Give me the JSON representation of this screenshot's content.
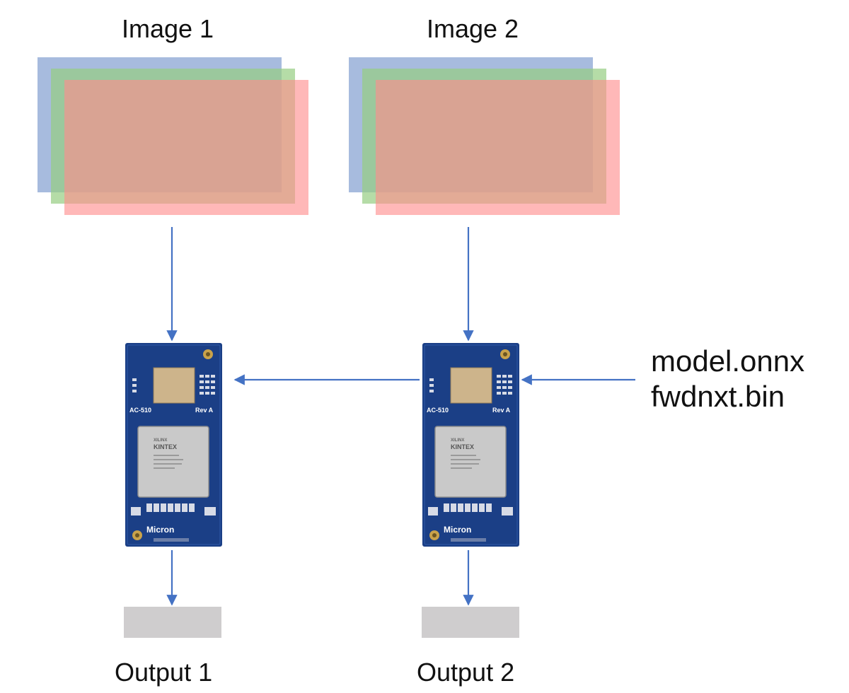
{
  "inputs": [
    {
      "label": "Image 1"
    },
    {
      "label": "Image 2"
    }
  ],
  "cards": [
    {
      "model_text": "AC-510",
      "rev_text": "Rev A",
      "chip_brand": "XILINX",
      "chip_name": "KINTEX",
      "vendor": "Micron"
    },
    {
      "model_text": "AC-510",
      "rev_text": "Rev A",
      "chip_brand": "XILINX",
      "chip_name": "KINTEX",
      "vendor": "Micron"
    }
  ],
  "outputs": [
    {
      "label": "Output 1"
    },
    {
      "label": "Output 2"
    }
  ],
  "files": [
    "model.onnx",
    "fwdnxt.bin"
  ],
  "colors": {
    "arrow": "#4472c4",
    "board": "#1b3f86",
    "chip": "#c9c9c9",
    "output_box": "#cfcdce"
  }
}
